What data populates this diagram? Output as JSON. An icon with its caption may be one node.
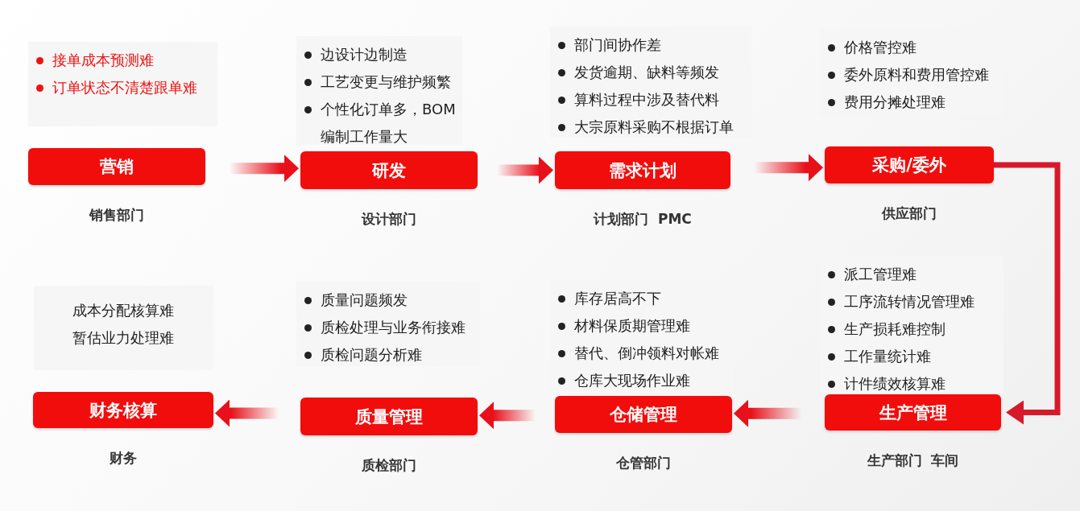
{
  "diagram": {
    "nodes": [
      {
        "text": [
          "接单成本预测难",
          "订单状态不清楚跟单难"
        ]
      },
      {
        "text": [
          "营销"
        ],
        "beside": [
          "销售部门"
        ]
      },
      {
        "text": [
          "边设计边制造",
          "工艺变更与维护频繁",
          "个性化订单多，BOM 编制工作量大"
        ]
      },
      {
        "text": [
          "研发"
        ],
        "beside": [
          "设计部门"
        ]
      },
      {
        "text": [
          "部门间协作差",
          "发货逾期、缺料等频发",
          "算料过程中涉及替代料",
          "大宗原料采购不根据订单"
        ]
      },
      {
        "text": [
          "需求计划"
        ],
        "beside": [
          "计划部门  PMC"
        ]
      },
      {
        "text": [
          "价格管控难",
          "委外原料和费用管控难",
          "费用分摊处理难"
        ]
      },
      {
        "text": [
          "采购/委外"
        ],
        "beside": [
          "供应部门"
        ]
      },
      {
        "text": [
          "成本分配核算难",
          "暂估业力处理难"
        ]
      },
      {
        "text": [
          "财务核算"
        ],
        "beside": [
          "财务"
        ]
      },
      {
        "text": [
          "质量问题频发",
          "质检处理与业务衔接难",
          "质检问题分析难"
        ]
      },
      {
        "text": [
          "质量管理"
        ],
        "beside": [
          "质检部门"
        ]
      },
      {
        "text": [
          "库存居高不下",
          "材料保质期管理难",
          "替代、倒冲领料对帐难",
          "仓库大现场作业难"
        ]
      },
      {
        "text": [
          "仓储管理"
        ],
        "beside": [
          "仓管部门"
        ]
      },
      {
        "text": [
          "派工管理难",
          "工序流转情况管理难",
          "生产损耗难控制",
          "工作量统计难",
          "计件绩效核算难"
        ]
      },
      {
        "text": [
          "生产管理"
        ],
        "beside": [
          "生产部门  车间"
        ]
      }
    ],
    "edges": [
      {
        "from": 1,
        "to": 3,
        "arrow": "to"
      },
      {
        "from": 3,
        "to": 5,
        "arrow": "to"
      },
      {
        "from": 5,
        "to": 7,
        "arrow": "to"
      },
      {
        "from": 7,
        "to": 15,
        "arrow": "to"
      },
      {
        "from": 15,
        "to": 13,
        "arrow": "to"
      },
      {
        "from": 13,
        "to": 11,
        "arrow": "to"
      },
      {
        "from": 11,
        "to": 9,
        "arrow": "to"
      }
    ]
  }
}
